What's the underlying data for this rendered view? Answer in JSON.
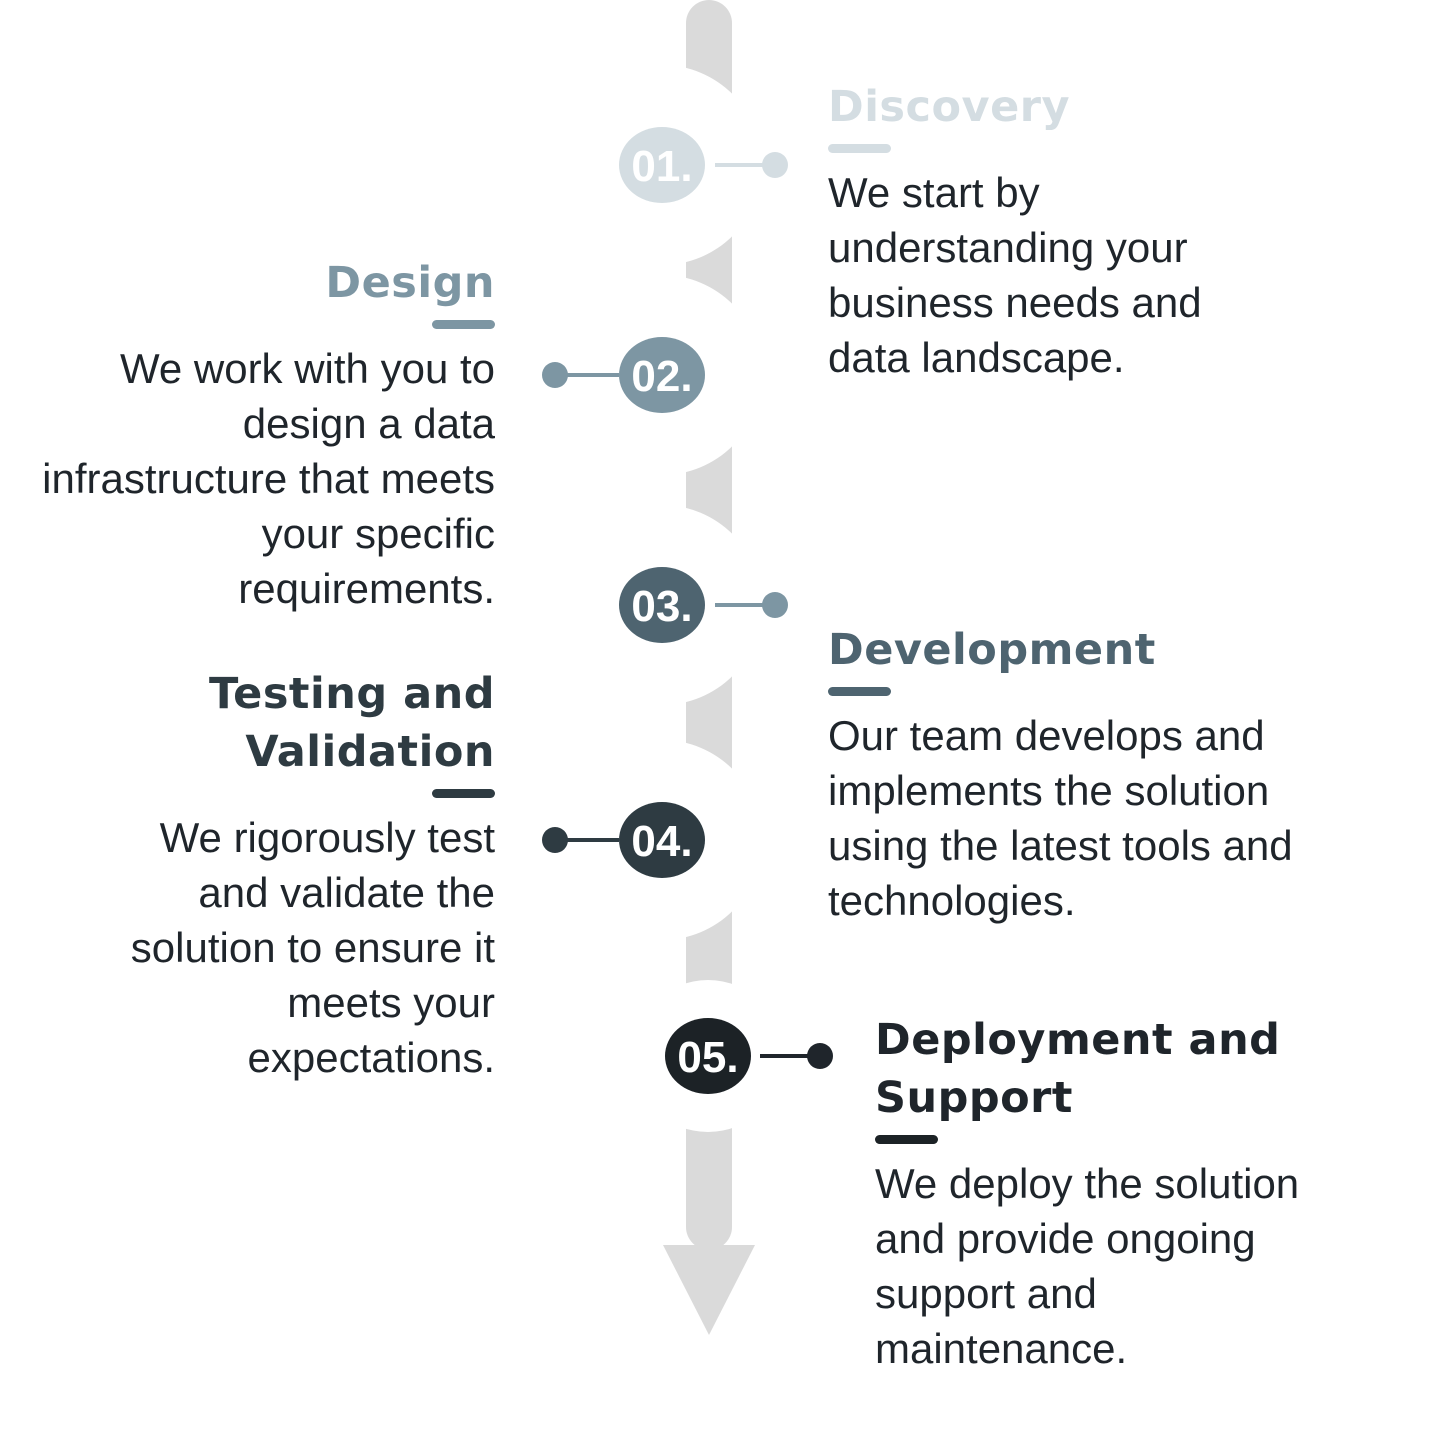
{
  "colors": {
    "track": "#dadada",
    "step1": "#d4dde2",
    "step2": "#7d96a3",
    "step3": "#4e6470",
    "step4": "#2e3b42",
    "step5": "#1c2226",
    "text": "#1f252b"
  },
  "steps": [
    {
      "number": "01.",
      "title": "Discovery",
      "body": [
        "We start by",
        "understanding your",
        "business needs and",
        "data landscape."
      ]
    },
    {
      "number": "02.",
      "title": "Design",
      "body": [
        "We work with you to",
        "design a data",
        "infrastructure that meets",
        "your specific",
        "requirements."
      ]
    },
    {
      "number": "03.",
      "title": "Development",
      "body": [
        "Our team develops and",
        "implements the solution",
        "using the latest tools and",
        "technologies."
      ]
    },
    {
      "number": "04.",
      "title": [
        "Testing and",
        "Validation"
      ],
      "body": [
        "We rigorously test",
        "and validate the",
        "solution to ensure it",
        "meets your",
        "expectations."
      ]
    },
    {
      "number": "05.",
      "title": [
        "Deployment and",
        "Support"
      ],
      "body": [
        "We deploy the solution",
        "and provide ongoing",
        "support and",
        "maintenance."
      ]
    }
  ]
}
